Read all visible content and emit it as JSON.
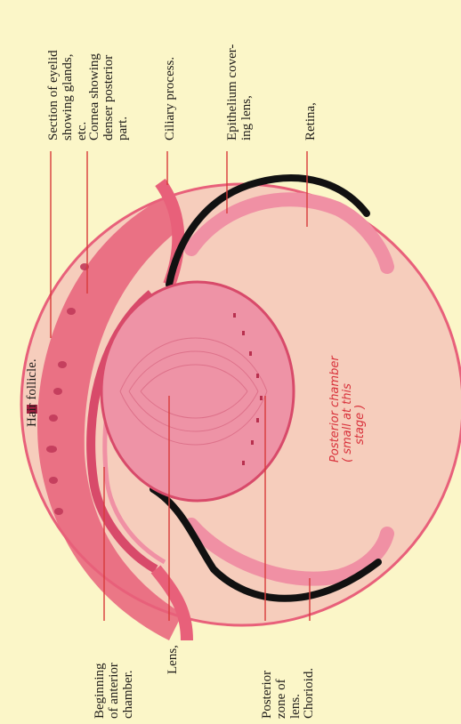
{
  "labels": {
    "section_eyelid": [
      "Section of eyelid",
      "showing glands,",
      "etc."
    ],
    "cornea": [
      "Cornea showing",
      "denser posterior",
      "part."
    ],
    "ciliary": [
      "Ciliary process."
    ],
    "epithelium": [
      "Epithelium cover-",
      "ing lens,"
    ],
    "retina": [
      "Retina,"
    ],
    "hair_follicle": [
      "Hair follicle."
    ],
    "anterior_chamber": [
      "Beginning",
      "of anterior",
      "chamber."
    ],
    "lens": [
      "Lens,"
    ],
    "posterior_zone": [
      "Posterior",
      "zone of",
      "lens."
    ],
    "choroid": [
      "Chorioid."
    ]
  },
  "handwritten": [
    "Posterior chamber",
    "( small at this",
    "stage )"
  ],
  "colors": {
    "background": "#fbf6c8",
    "globe_fill": "#f6cdbc",
    "tissue_pink": "#e8607a",
    "tissue_light": "#f090a4",
    "pigment_black": "#111111",
    "leader_line": "#d8303a",
    "ink": "#1d1a18"
  }
}
